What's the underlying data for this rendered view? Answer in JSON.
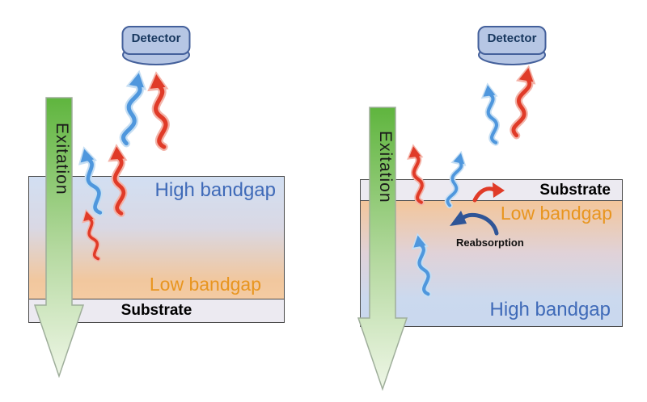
{
  "colors": {
    "red_emission": "#e03b28",
    "blue_emission": "#4f97dd",
    "excitation_green": "#5fb53e",
    "high_bandgap_text": "#3f6ab8",
    "low_bandgap_text": "#e8951f",
    "detector_fill": "#b6c6e4",
    "detector_border": "#44609b",
    "reabsorption_arrow": "#2f5597",
    "substrate_fill": "#eceaf1"
  },
  "left_panel": {
    "detector_label": "Detector",
    "excitation_label": "Exitation",
    "top_layer_label": "High bandgap",
    "bottom_layer_label": "Low bandgap",
    "substrate_label": "Substrate"
  },
  "right_panel": {
    "detector_label": "Detector",
    "excitation_label": "Exitation",
    "substrate_label": "Substrate",
    "top_layer_label": "Low bandgap",
    "bottom_layer_label": "High bandgap",
    "reabsorption_label": "Reabsorption"
  }
}
